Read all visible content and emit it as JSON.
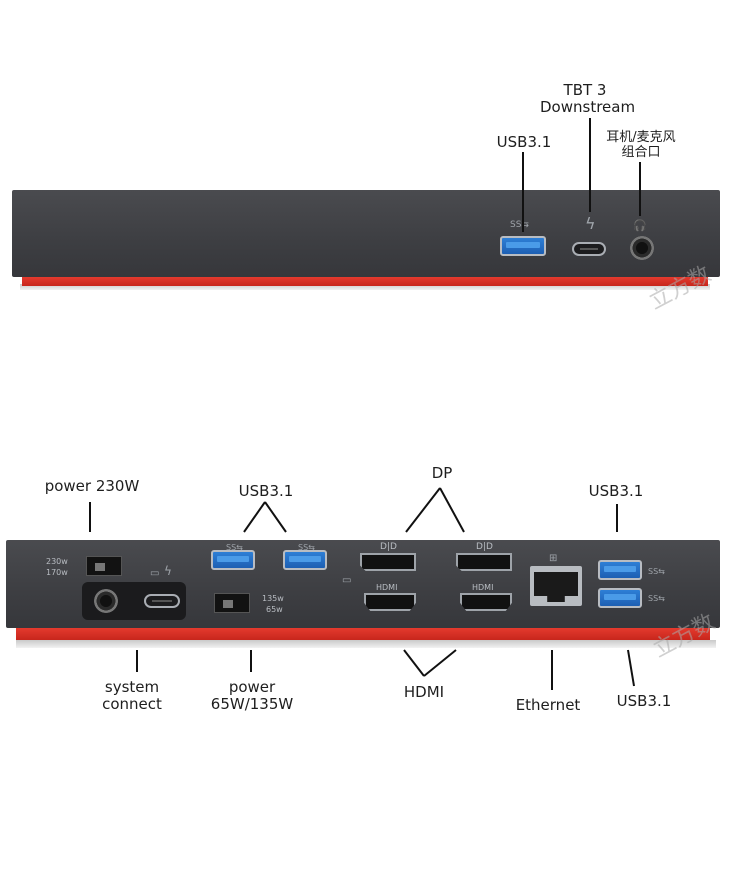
{
  "top_view": {
    "labels": {
      "usb31": "USB3.1",
      "tbt_line1": "TBT 3",
      "tbt_line2": "Downstream",
      "audio_line1": "耳机/麦克风",
      "audio_line2": "组合口"
    },
    "port_marks": {
      "ss_logo": "SS⇆",
      "thunderbolt": "ϟ",
      "headset": "🎧"
    }
  },
  "back_view": {
    "labels": {
      "power230": "power 230W",
      "usb31_left": "USB3.1",
      "dp": "DP",
      "usb31_right": "USB3.1",
      "system_line1": "system",
      "system_line2": "connect",
      "power_line1": "power",
      "power_line2": "65W/135W",
      "hdmi": "HDMI",
      "ethernet": "Ethernet",
      "usb31_bottom": "USB3.1"
    },
    "port_marks": {
      "p230": "230w",
      "p170": "170w",
      "p135": "135w",
      "p65": "65w",
      "hdmi_mark": "HDMI",
      "dp_mark": "D|D",
      "ss_logo": "SS⇆"
    }
  },
  "watermark": "立方数",
  "colors": {
    "dock_body": "#404145",
    "red_base": "#d8301f",
    "usb_blue": "#2e7fd6"
  }
}
